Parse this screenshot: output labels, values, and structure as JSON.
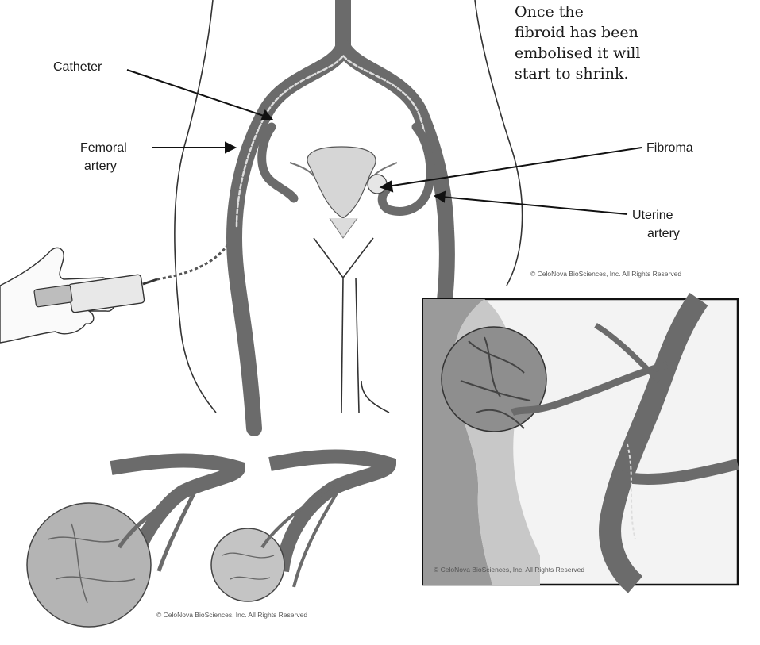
{
  "caption": {
    "line1": "Once the",
    "line2": "fibroid has been",
    "line3": "embolised it will",
    "line4": "start to shrink."
  },
  "labels": {
    "catheter": "Catheter",
    "femoral_line1": "Femoral",
    "femoral_line2": "artery",
    "fibroma": "Fibroma",
    "uterine_line1": "Uterine",
    "uterine_line2": "artery"
  },
  "copyright": {
    "top": "© CeloNova BioSciences, Inc. All Rights Reserved",
    "inset": "© CeloNova BioSciences, Inc. All Rights Reserved",
    "bottom": "© CeloNova BioSciences, Inc. All Rights Reserved"
  },
  "colors": {
    "artery": "#6b6b6b",
    "artery_dark": "#3e3e3e",
    "outline": "#333333",
    "tissue": "#c9c9c9",
    "background": "#ffffff"
  }
}
